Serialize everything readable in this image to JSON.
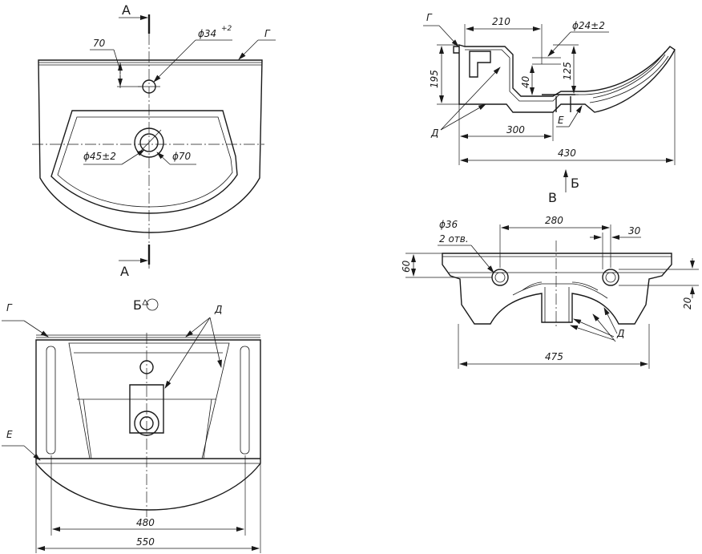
{
  "sections": {
    "section_a_top": "А",
    "section_a_bottom": "А",
    "view_b": "Б",
    "view_b_arrow": "Б",
    "view_v": "В"
  },
  "top_view": {
    "dim_70": "70",
    "dim_hole": "ϕ34",
    "dim_hole_tol": "+2",
    "dim_drain_inner": "ϕ45±2",
    "dim_drain_outer": "ϕ70",
    "label_g": "Г"
  },
  "front_view": {
    "label_g": "Г",
    "label_d": "Д",
    "label_e": "Е",
    "dim_480": "480",
    "dim_550": "550"
  },
  "section_view": {
    "label_g": "Г",
    "label_d": "Д",
    "label_e": "Е",
    "dim_210": "210",
    "dim_hole": "ϕ24±2",
    "dim_195": "195",
    "dim_40": "40",
    "dim_125": "125",
    "dim_300": "300",
    "dim_430": "430"
  },
  "side_view": {
    "dim_hole": "ϕ36",
    "dim_holes_count": "2 отв.",
    "dim_280": "280",
    "dim_30": "30",
    "dim_60": "60",
    "dim_20": "20",
    "dim_475": "475",
    "label_d": "Д"
  }
}
